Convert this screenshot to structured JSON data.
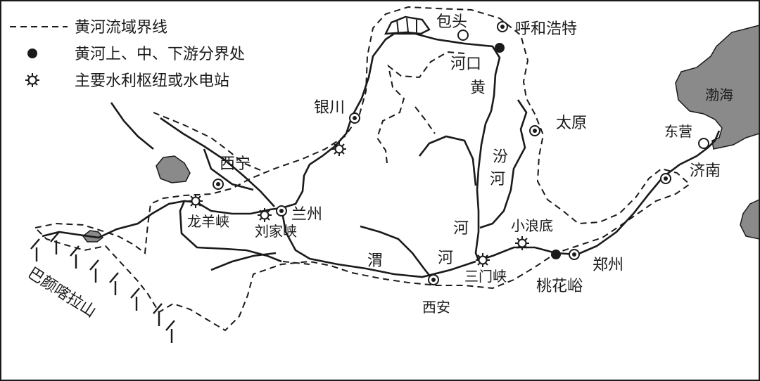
{
  "legend": {
    "basin_boundary": "黄河流域界线",
    "reach_divide": "黄河上、中、下游分界处",
    "hydro_station": "主要水利枢纽或水电站"
  },
  "cities": {
    "baotou": "包头",
    "hohhot": "呼和浩特",
    "yinchuan": "银川",
    "taiyuan": "太原",
    "xining": "西宁",
    "lanzhou": "兰州",
    "xian": "西安",
    "zhengzhou": "郑州",
    "jinan": "济南",
    "dongying": "东营"
  },
  "places": {
    "hekou": "河口",
    "taohuayu": "桃花峪",
    "longyangxia": "龙羊峡",
    "liujiaxia": "刘家峡",
    "sanmenxia": "三门峡",
    "xiaolangdi": "小浪底",
    "bohai": "渤海",
    "bayan_har": "巴颜喀拉山"
  },
  "rivers": {
    "huang_1": "黄",
    "he_1": "河",
    "he_2": "河",
    "fen": "汾",
    "fen_he": "河",
    "wei": "渭"
  },
  "colors": {
    "sea": "#8a8a8a",
    "ink": "#1a1a1a",
    "background": "#ffffff"
  }
}
